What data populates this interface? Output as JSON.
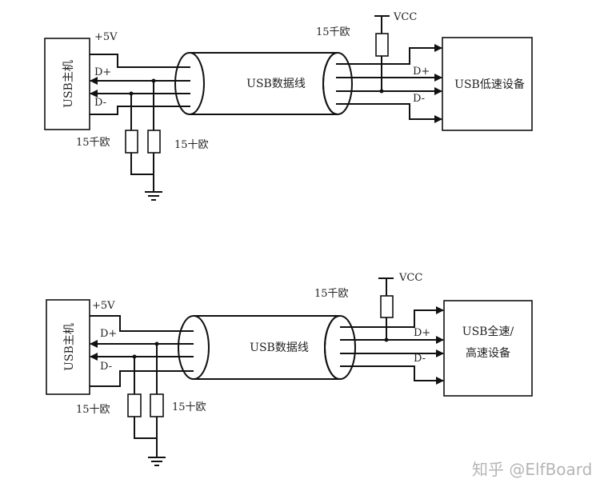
{
  "diagrams": [
    {
      "id": "low-speed",
      "host_label": "USB主机",
      "host_power_label": "+5V",
      "host_dplus_label": "D+",
      "host_dminus_label": "D-",
      "host_pulldown_left_label": "15千欧",
      "host_pulldown_right_label": "15十欧",
      "cable_label": "USB数据线",
      "device_pullup_label": "15千欧",
      "device_vcc_label": "VCC",
      "device_dplus_label": "D+",
      "device_dminus_label": "D-",
      "device_label_line1": "USB低速设备",
      "device_label_line2": "",
      "pullup_line": "D-"
    },
    {
      "id": "full-high-speed",
      "host_label": "USB主机",
      "host_power_label": "+5V",
      "host_dplus_label": "D+",
      "host_dminus_label": "D-",
      "host_pulldown_left_label": "15十欧",
      "host_pulldown_right_label": "15十欧",
      "cable_label": "USB数据线",
      "device_pullup_label": "15千欧",
      "device_vcc_label": "VCC",
      "device_dplus_label": "D+",
      "device_dminus_label": "D-",
      "device_label_line1": "USB全速/",
      "device_label_line2": "高速设备",
      "pullup_line": "D+"
    }
  ],
  "watermark": "知乎 @ElfBoard",
  "colors": {
    "line": "#111111",
    "text": "#222222",
    "watermark": "#b5b5b5"
  }
}
